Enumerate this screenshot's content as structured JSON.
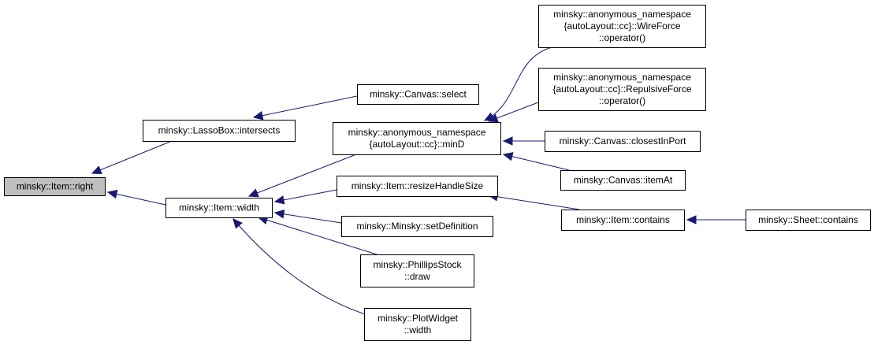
{
  "nodes": {
    "item_right": {
      "lines": [
        "minsky::Item::right"
      ],
      "root": true
    },
    "lasso_intersects": {
      "lines": [
        "minsky::LassoBox::intersects"
      ]
    },
    "item_width": {
      "lines": [
        "minsky::Item::width"
      ]
    },
    "canvas_select": {
      "lines": [
        "minsky::Canvas::select"
      ]
    },
    "minD": {
      "lines": [
        "minsky::anonymous_namespace",
        "{autoLayout::cc}::minD"
      ]
    },
    "resize_handle": {
      "lines": [
        "minsky::Item::resizeHandleSize"
      ]
    },
    "set_definition": {
      "lines": [
        "minsky::Minsky::setDefinition"
      ]
    },
    "phillips_draw": {
      "lines": [
        "minsky::PhillipsStock",
        "::draw"
      ]
    },
    "plotwidget_width": {
      "lines": [
        "minsky::PlotWidget",
        "::width"
      ]
    },
    "wireforce": {
      "lines": [
        "minsky::anonymous_namespace",
        "{autoLayout::cc}::WireForce",
        "::operator()"
      ]
    },
    "repulsiveforce": {
      "lines": [
        "minsky::anonymous_namespace",
        "{autoLayout::cc}::RepulsiveForce",
        "::operator()"
      ]
    },
    "closest_in_port": {
      "lines": [
        "minsky::Canvas::closestInPort"
      ]
    },
    "canvas_item_at": {
      "lines": [
        "minsky::Canvas::itemAt"
      ]
    },
    "item_contains": {
      "lines": [
        "minsky::Item::contains"
      ]
    },
    "sheet_contains": {
      "lines": [
        "minsky::Sheet::contains"
      ]
    }
  },
  "edges": [
    {
      "from": "lasso_intersects",
      "to": "item_right"
    },
    {
      "from": "item_width",
      "to": "item_right"
    },
    {
      "from": "canvas_select",
      "to": "lasso_intersects"
    },
    {
      "from": "minD",
      "to": "item_width"
    },
    {
      "from": "resize_handle",
      "to": "item_width"
    },
    {
      "from": "set_definition",
      "to": "item_width"
    },
    {
      "from": "phillips_draw",
      "to": "item_width"
    },
    {
      "from": "plotwidget_width",
      "to": "item_width"
    },
    {
      "from": "wireforce",
      "to": "minD"
    },
    {
      "from": "repulsiveforce",
      "to": "minD"
    },
    {
      "from": "closest_in_port",
      "to": "minD"
    },
    {
      "from": "canvas_item_at",
      "to": "minD"
    },
    {
      "from": "item_contains",
      "to": "resize_handle"
    },
    {
      "from": "sheet_contains",
      "to": "item_contains"
    }
  ],
  "colors": {
    "edge": "#191970",
    "root_fill": "#bfbfbf",
    "node_fill": "#ffffff",
    "border": "#000000"
  }
}
